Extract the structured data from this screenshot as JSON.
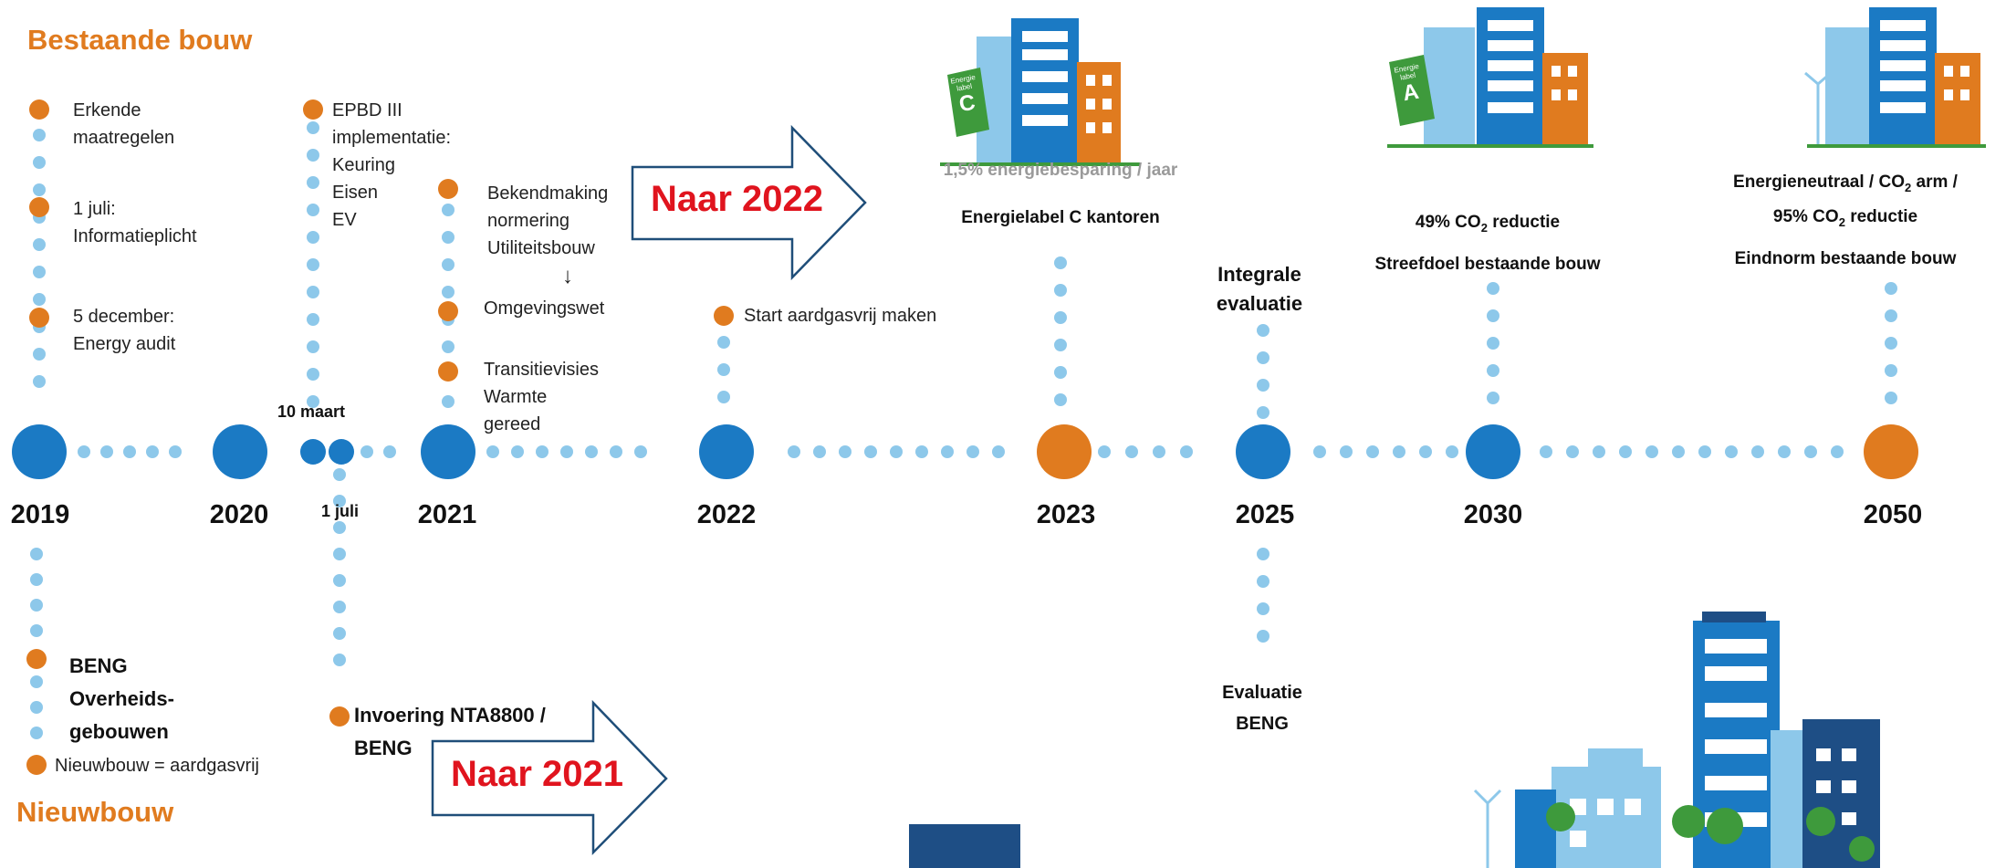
{
  "sections": {
    "existing": "Bestaande bouw",
    "new": "Nieuwbouw"
  },
  "years": [
    "2019",
    "2020",
    "2021",
    "2022",
    "2023",
    "2025",
    "2030",
    "2050"
  ],
  "dates": {
    "maart": "10 maart",
    "juli": "1 juli"
  },
  "existing_2019": {
    "item1": [
      "Erkende",
      "maatregelen"
    ],
    "item2": [
      "1 juli:",
      "Informatieplicht"
    ],
    "item3": [
      "5 december:",
      "Energy audit"
    ]
  },
  "existing_2020": {
    "lines": [
      "EPBD III",
      "implementatie:",
      "Keuring",
      "Eisen",
      "EV"
    ]
  },
  "existing_2021": {
    "item1": [
      "Bekendmaking",
      "normering",
      "Utiliteitsbouw"
    ],
    "arrow": "↓",
    "item2": "Omgevingswet",
    "item3": [
      "Transitievisies",
      "Warmte",
      "gereed"
    ]
  },
  "existing_2022": {
    "item": "Start aardgasvrij maken"
  },
  "existing_2023": {
    "savings": "1,5% energiebesparing / jaar",
    "label": "Energielabel C kantoren"
  },
  "existing_2025": {
    "lines": [
      "Integrale",
      "evaluatie"
    ]
  },
  "existing_2030": {
    "line1_pre": "49% CO",
    "line1_sub": "2",
    "line1_post": " reductie",
    "line2": "Streefdoel bestaande bouw"
  },
  "existing_2050": {
    "line1_pre": "Energieneutraal / CO",
    "line1_sub": "2",
    "line1_post": " arm /",
    "line2_pre": "95% CO",
    "line2_sub": "2",
    "line2_post": " reductie",
    "line3": "Eindnorm bestaande bouw"
  },
  "new_2019": {
    "beng": [
      "BENG",
      "Overheids-",
      "gebouwen"
    ],
    "item2": "Nieuwbouw = aardgasvrij"
  },
  "new_2020": {
    "lines": [
      "Invoering NTA8800 /",
      "BENG"
    ]
  },
  "new_2025": {
    "lines": [
      "Evaluatie",
      "BENG"
    ]
  },
  "arrows": {
    "a2022": "Naar 2022",
    "a2021": "Naar 2021"
  },
  "energy_labels": {
    "word": "Energie label",
    "c": "C",
    "a": "A"
  },
  "colors": {
    "blue": "#1B7AC4",
    "light_blue": "#8DC8EA",
    "orange": "#E07B1F",
    "red": "#E0141E",
    "navy": "#1E4E85",
    "arrow_border": "#1F4E79",
    "green": "#3E9A3C"
  }
}
